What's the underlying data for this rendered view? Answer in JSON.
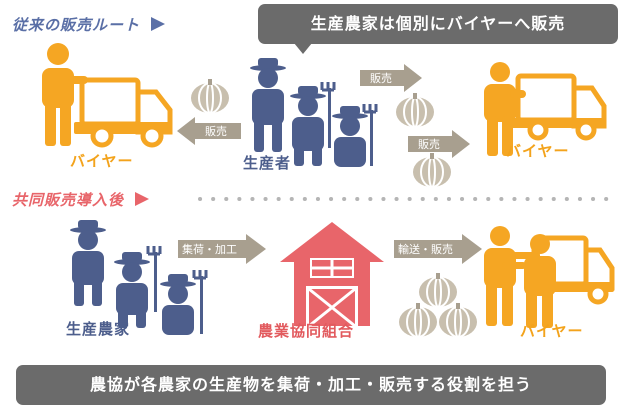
{
  "top_section": {
    "title": "従来の販売ルート"
  },
  "top_banner": "生産農家は個別にバイヤーへ販売",
  "top_left_buyer_label": "バイヤー",
  "top_right_buyer_label": "バイヤー",
  "top_producers_label": "生産者",
  "arrows_top": {
    "sell_to_right_upper": "販売",
    "sell_to_left": "販売",
    "sell_to_right_lower": "販売"
  },
  "bottom_section": {
    "title": "共同販売導入後"
  },
  "bottom_producers_label": "生産農家",
  "arrows_bottom": {
    "collect_process": "集荷・加工",
    "transport_sell": "輸送・販売"
  },
  "coop_label": "農業協同組合",
  "bottom_buyer_label": "バイヤー",
  "bottom_banner": "農協が各農家の生産物を集荷・加工・販売する役割を担う",
  "colors": {
    "buyer": "#f5a623",
    "farmer": "#4d5e8c",
    "coop": "#e8656a",
    "arrow": "#a89f8f",
    "pumpkin": "#c8bfae",
    "banner": "#6b6b6b"
  }
}
